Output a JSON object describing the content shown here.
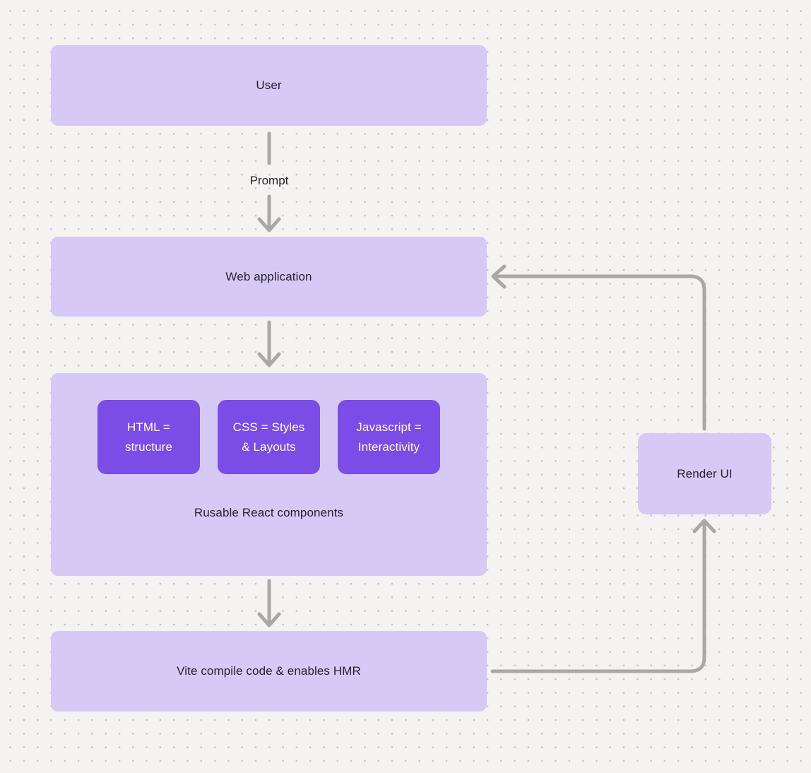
{
  "canvas": {
    "background": "#f4f3f1",
    "dot_color": "#c8c6c3"
  },
  "colors": {
    "node_fill": "#d7c9f6",
    "chip_fill": "#7c4ce6",
    "connector": "#a9a8a6",
    "text_dark": "#232230",
    "text_light": "#ffffff"
  },
  "nodes": {
    "user": {
      "label": "User"
    },
    "webapp": {
      "label": "Web application"
    },
    "components_group": {
      "caption": "Rusable React components",
      "chips": [
        {
          "lines": [
            "HTML =",
            "structure"
          ]
        },
        {
          "lines": [
            "CSS = Styles",
            "& Layouts"
          ]
        },
        {
          "lines": [
            "Javascript =",
            "Interactivity"
          ]
        }
      ]
    },
    "vite": {
      "label": "Vite compile code & enables HMR"
    },
    "renderui": {
      "label": "Render UI"
    }
  },
  "edges": {
    "prompt_label": "Prompt"
  }
}
